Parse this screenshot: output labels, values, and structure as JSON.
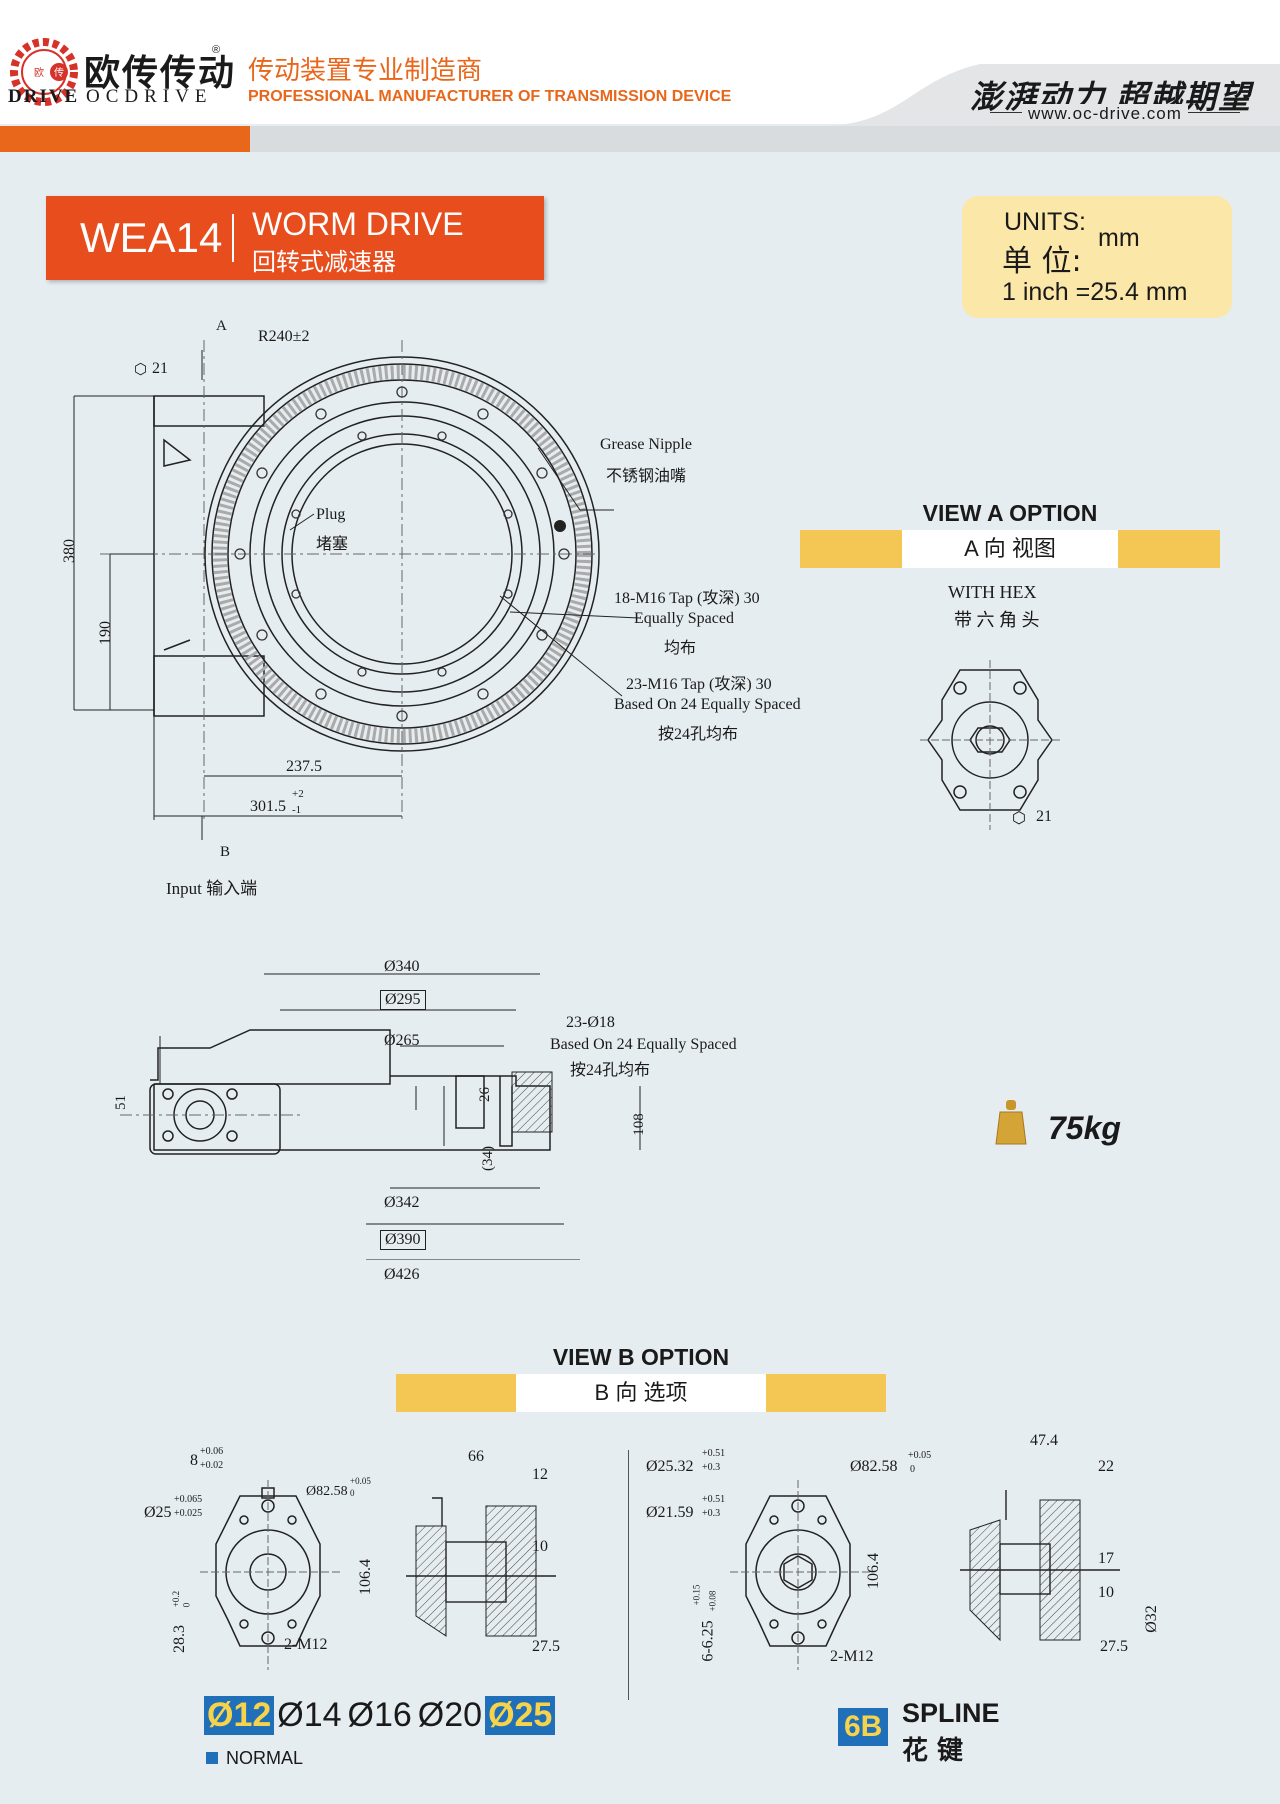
{
  "header": {
    "logo_cn": "欧传传动",
    "logo_en_left": "DRIVE",
    "logo_en_right": "OCDRIVE",
    "logo_badge_a": "欧",
    "logo_badge_b": "传",
    "tagline_cn": "传动装置专业制造商",
    "tagline_en": "PROFESSIONAL MANUFACTURER OF TRANSMISSION DEVICE",
    "slogan": "澎湃动力  超越期望",
    "website": "www.oc-drive.com",
    "registered": "®"
  },
  "title": {
    "model": "WEA14",
    "name_en": "WORM DRIVE",
    "name_cn": "回转式减速器"
  },
  "units": {
    "label_en": "UNITS:",
    "label_cn": "单  位:",
    "unit": "mm",
    "conversion": "1 inch =25.4 mm"
  },
  "top_view": {
    "arrow_a": "A",
    "arrow_b": "B",
    "hex": "21",
    "radius": "R240±2",
    "grease_en": "Grease Nipple",
    "grease_cn": "不锈钢油嘴",
    "plug_en": "Plug",
    "plug_cn": "堵塞",
    "tap1_a": "18-M16 Tap (攻深) 30",
    "tap1_b": "Equally Spaced",
    "tap1_c": "均布",
    "tap2_a": "23-M16 Tap (攻深) 30",
    "tap2_b": "Based On 24 Equally Spaced",
    "tap2_c": "按24孔均布",
    "dim_380": "380",
    "dim_190": "190",
    "dim_237": "237.5",
    "dim_301": "301.5",
    "tol_up": "+2",
    "tol_dn": "-1",
    "input": "Input  输入端"
  },
  "view_a": {
    "heading": "VIEW A OPTION",
    "band": "A 向 视图",
    "hex_en": "WITH HEX",
    "hex_cn": "带 六 角 头",
    "hex_size": "21"
  },
  "side_view": {
    "d340": "Ø340",
    "d295": "Ø295",
    "d265": "Ø265",
    "holes_a": "23-Ø18",
    "holes_b": "Based On 24 Equally Spaced",
    "holes_c": "按24孔均布",
    "d342": "Ø342",
    "d390": "Ø390",
    "d426": "Ø426",
    "h51": "51",
    "h26": "26",
    "h34": "(34)",
    "h108": "108"
  },
  "weight": "75kg",
  "view_b": {
    "heading": "VIEW B OPTION",
    "band": "B 向 选项",
    "left": {
      "key": "8",
      "key_tol_up": "+0.06",
      "key_tol_dn": "+0.02",
      "bore": "Ø25",
      "bore_tol_up": "+0.065",
      "bore_tol_dn": "+0.025",
      "pilot": "Ø82.58",
      "pilot_tol_up": "+0.05",
      "pilot_tol_dn": "0",
      "height": "106.4",
      "offset": "28.3",
      "offset_tol_up": "+0.2",
      "offset_tol_dn": "0",
      "thread": "2-M12",
      "w66": "66",
      "w12": "12",
      "w10": "10",
      "w27": "27.5"
    },
    "right": {
      "major": "Ø25.32",
      "major_tol_up": "+0.51",
      "major_tol_dn": "+0.3",
      "minor": "Ø21.59",
      "minor_tol_up": "+0.51",
      "minor_tol_dn": "+0.3",
      "pilot": "Ø82.58",
      "pilot_tol_up": "+0.05",
      "pilot_tol_dn": "0",
      "height": "106.4",
      "spline": "6-6.25",
      "spline_tol_up": "+0.15",
      "spline_tol_dn": "+0.08",
      "thread": "2-M12",
      "w47": "47.4",
      "w22": "22",
      "w17": "17",
      "w10": "10",
      "d32": "Ø32",
      "w27": "27.5"
    }
  },
  "shaft_sizes": [
    "Ø12",
    "Ø14",
    "Ø16",
    "Ø20",
    "Ø25"
  ],
  "legend_normal": "NORMAL",
  "spline": {
    "code": "6B",
    "label_en": "SPLINE",
    "label_cn": "花  键"
  },
  "colors": {
    "orange": "#e8671b",
    "title_red": "#e84d1d",
    "band_yellow": "#f4c754",
    "units_bg": "#fbe7a8",
    "highlight_blue": "#1f6fb9",
    "page_bg": "#e6edf1"
  }
}
